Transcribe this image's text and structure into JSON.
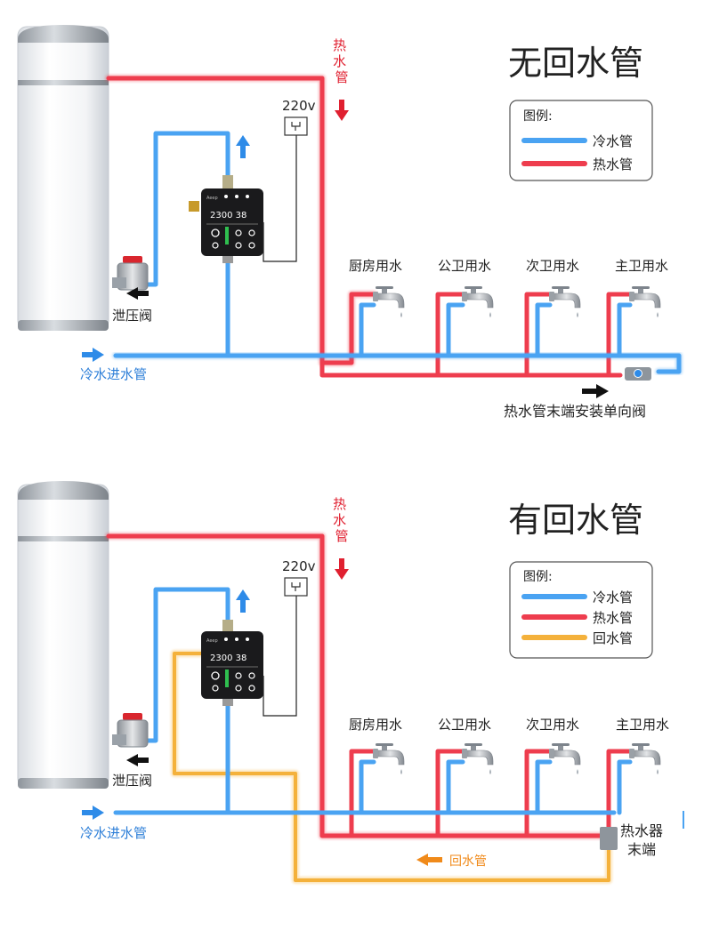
{
  "colors": {
    "cold": "#4aa3f2",
    "hot": "#ee3d4e",
    "return": "#f4b13b",
    "arrow_red": "#e02030",
    "arrow_blue": "#2e8be8",
    "text_blue": "#2e7fd8",
    "text_orange": "#f08a1a",
    "text_dark": "#222222"
  },
  "top": {
    "title": "无回水管",
    "hot_pipe_label": "热水管",
    "power_label": "220v",
    "relief_valve_label": "泄压阀",
    "cold_inlet_label": "冷水进水管",
    "end_check_valve_label": "热水管末端安装单向阀",
    "legend": {
      "title": "图例:",
      "items": [
        {
          "label": "冷水管",
          "color": "cold"
        },
        {
          "label": "热水管",
          "color": "hot"
        }
      ]
    },
    "taps": [
      "厨房用水",
      "公卫用水",
      "次卫用水",
      "主卫用水"
    ]
  },
  "bottom": {
    "title": "有回水管",
    "hot_pipe_label": "热水管",
    "power_label": "220v",
    "relief_valve_label": "泄压阀",
    "cold_inlet_label": "冷水进水管",
    "return_pipe_label": "回水管",
    "heater_end_label_line1": "热水器",
    "heater_end_label_line2": "末端",
    "legend": {
      "title": "图例:",
      "items": [
        {
          "label": "冷水管",
          "color": "cold"
        },
        {
          "label": "热水管",
          "color": "hot"
        },
        {
          "label": "回水管",
          "color": "return"
        }
      ]
    },
    "taps": [
      "厨房用水",
      "公卫用水",
      "次卫用水",
      "主卫用水"
    ]
  },
  "pump_display": {
    "brand": "Aeep",
    "readout": "2300 38"
  },
  "icons": {
    "pump": "smart-circulation-pump-icon",
    "faucet": "faucet-icon",
    "water_heater": "water-heater-tank-icon",
    "socket": "power-socket-icon"
  }
}
